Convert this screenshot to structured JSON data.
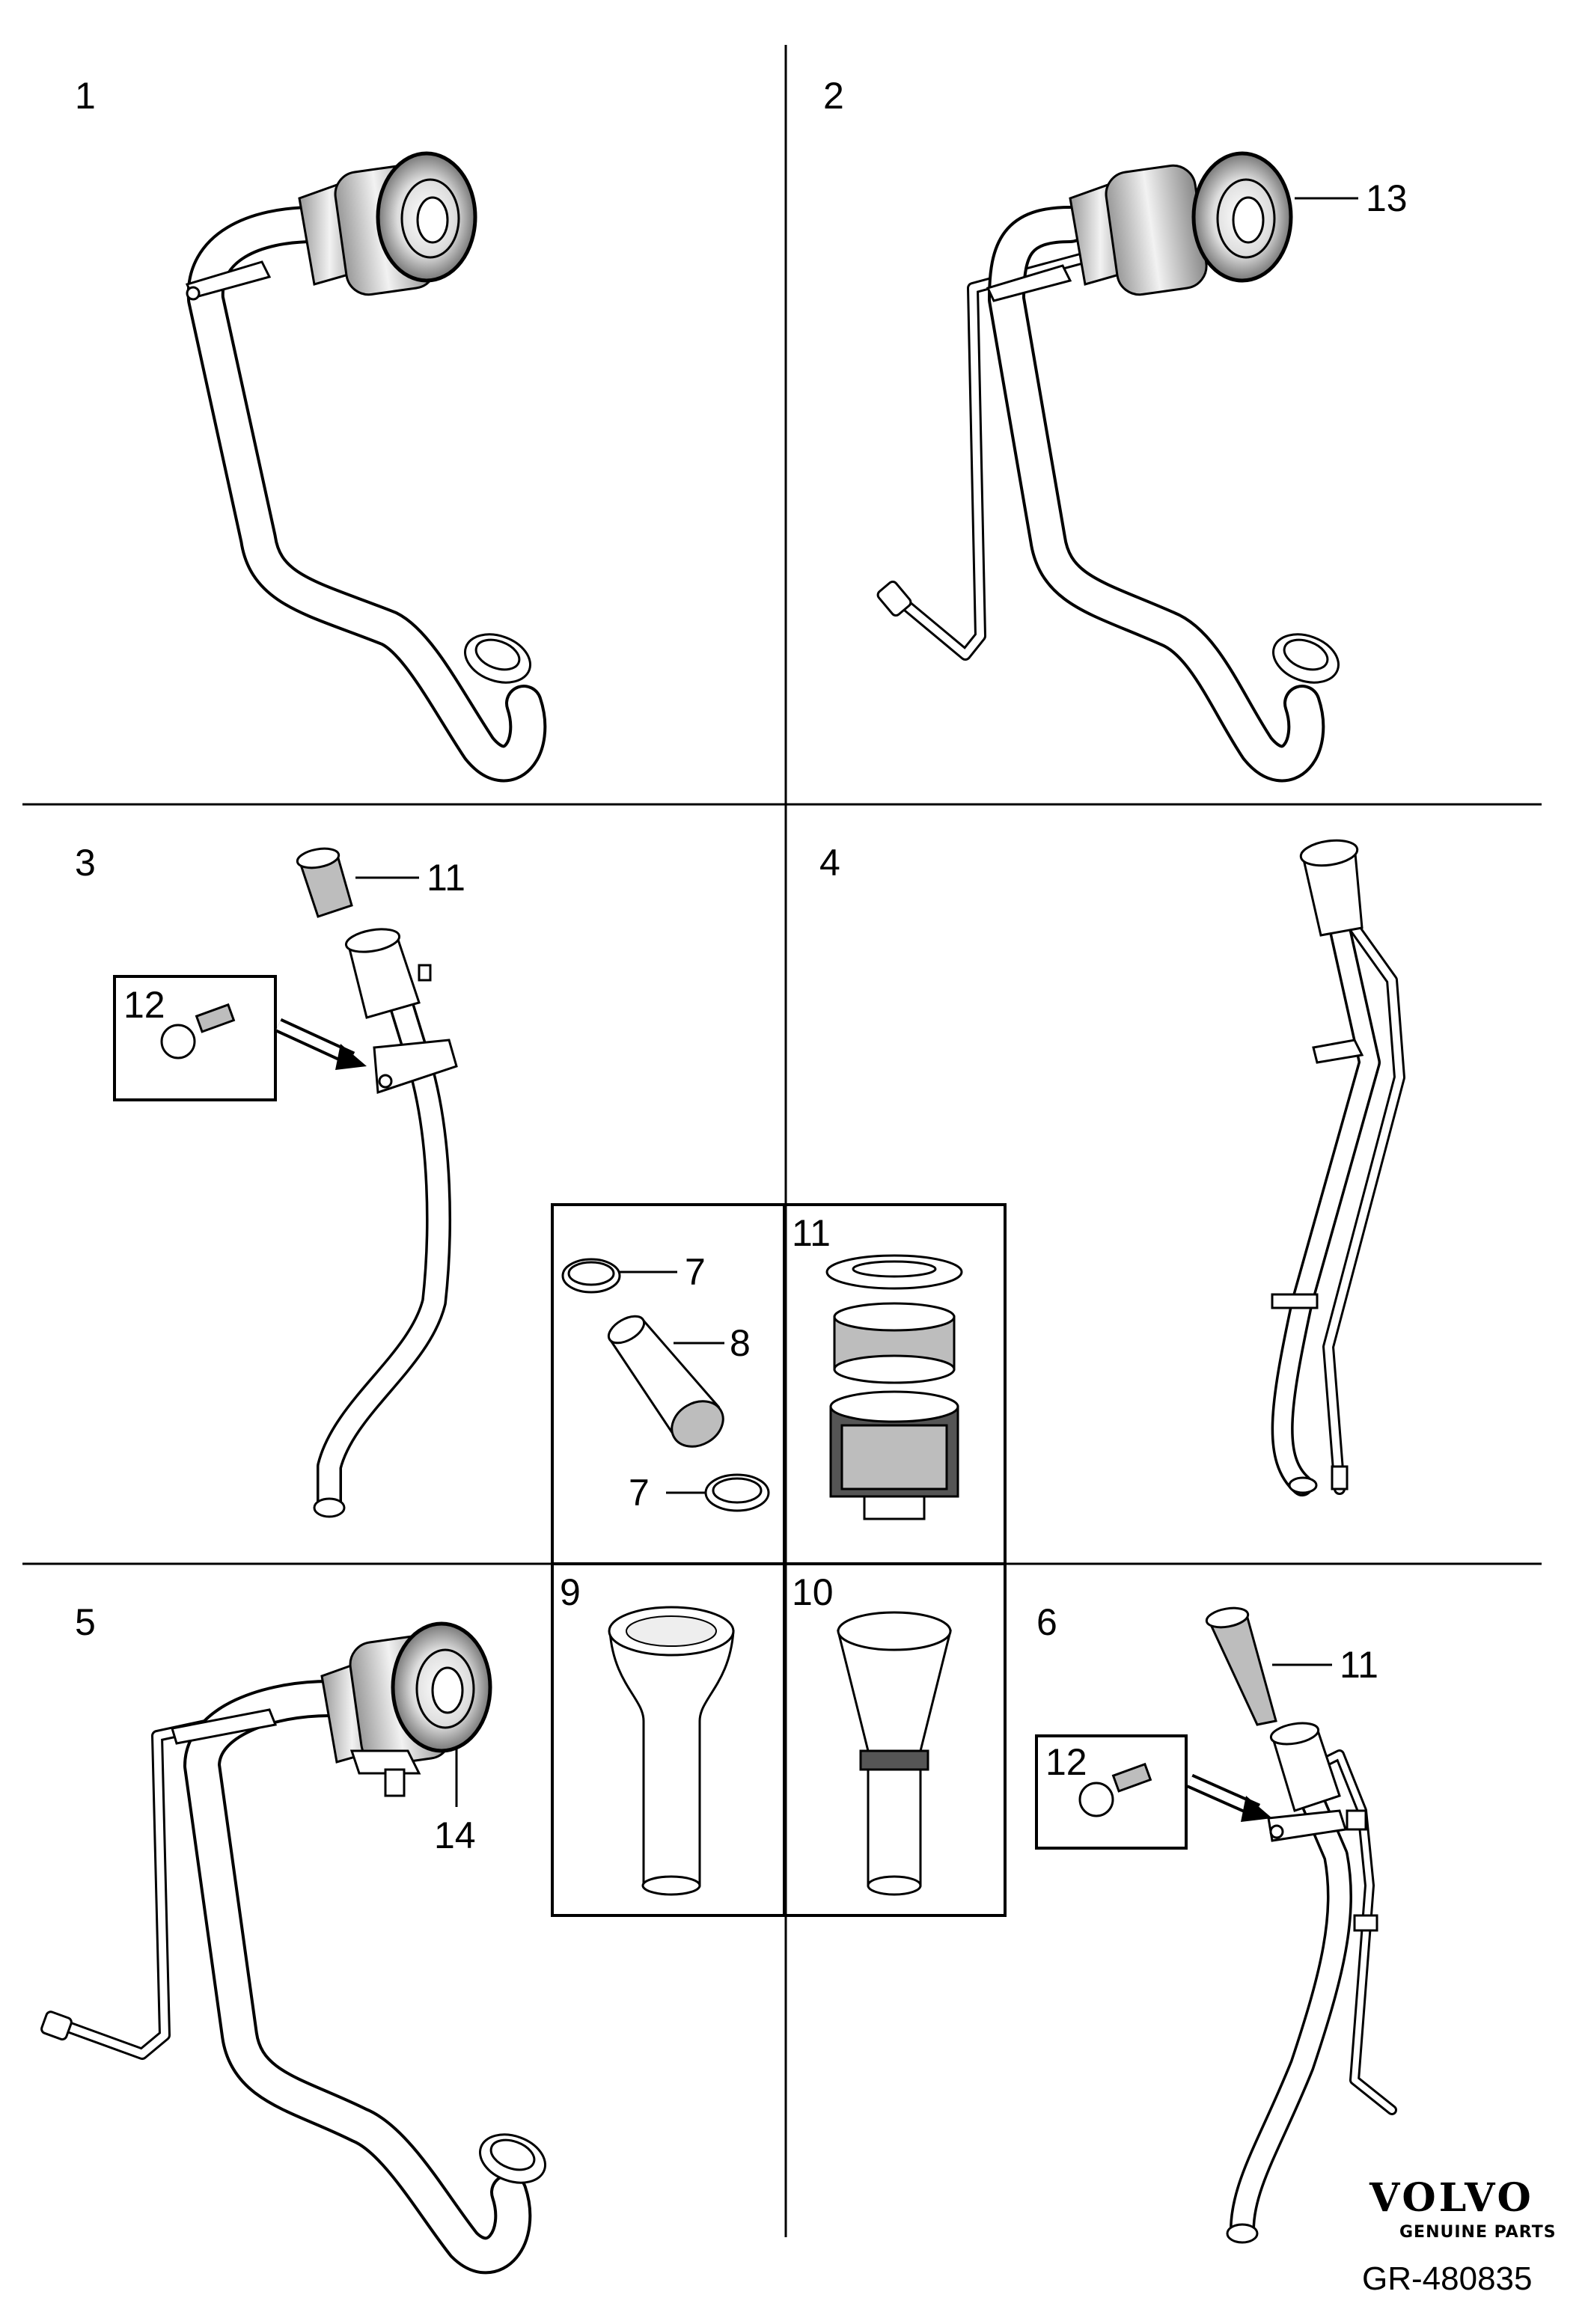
{
  "panels": [
    {
      "id": "1",
      "label": "1"
    },
    {
      "id": "2",
      "label": "2"
    },
    {
      "id": "3",
      "label": "3"
    },
    {
      "id": "4",
      "label": "4"
    },
    {
      "id": "5",
      "label": "5"
    },
    {
      "id": "6",
      "label": "6"
    }
  ],
  "inset_boxes": {
    "box_clamps": {
      "clamp_top": "7",
      "hose": "8",
      "clamp_bottom": "7"
    },
    "box_cap": {
      "label": "11"
    },
    "box_funnel_a": {
      "label": "9"
    },
    "box_funnel_b": {
      "label": "10"
    }
  },
  "callouts": {
    "filler_head_p2": "13",
    "cap_p3": "11",
    "bolt_box_p3": "12",
    "bracket_p5": "14",
    "cap_p6": "11",
    "bolt_box_p6": "12"
  },
  "branding": {
    "logo": "VOLVO",
    "tagline": "GENUINE PARTS",
    "drawing_number": "GR-480835"
  },
  "colors": {
    "line": "#000000",
    "background": "#ffffff",
    "shade": "#bdbdbd"
  }
}
